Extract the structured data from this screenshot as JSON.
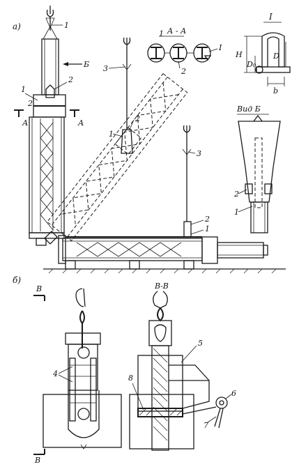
{
  "labels": {
    "part_a": "а)",
    "part_b": "б)",
    "section_aa": "А - А",
    "view_b": "Вид Б",
    "detail_i": "I",
    "detail_i_small": "I",
    "section_bb": "В-В",
    "cut_a_left": "А",
    "cut_a_right": "А",
    "cut_b_top": "В",
    "cut_b_bottom": "В",
    "arrow_b": "Б",
    "dim_h": "Н",
    "dim_d0": "D₀",
    "dim_d": "D",
    "dim_b": "b",
    "n1_a": "1",
    "n2_a": "2",
    "n1_b": "1",
    "n2_b": "2",
    "n3_a": "3",
    "n1_c": "1",
    "n2_c": "2",
    "n3_b": "3",
    "n2_d": "2",
    "n1_d": "1",
    "n1_aa": "1",
    "n2_aa": "2",
    "n2_vb": "2",
    "n1_vb": "1",
    "n4": "4",
    "n5": "5",
    "n6": "6",
    "n7": "7",
    "n8": "8"
  }
}
